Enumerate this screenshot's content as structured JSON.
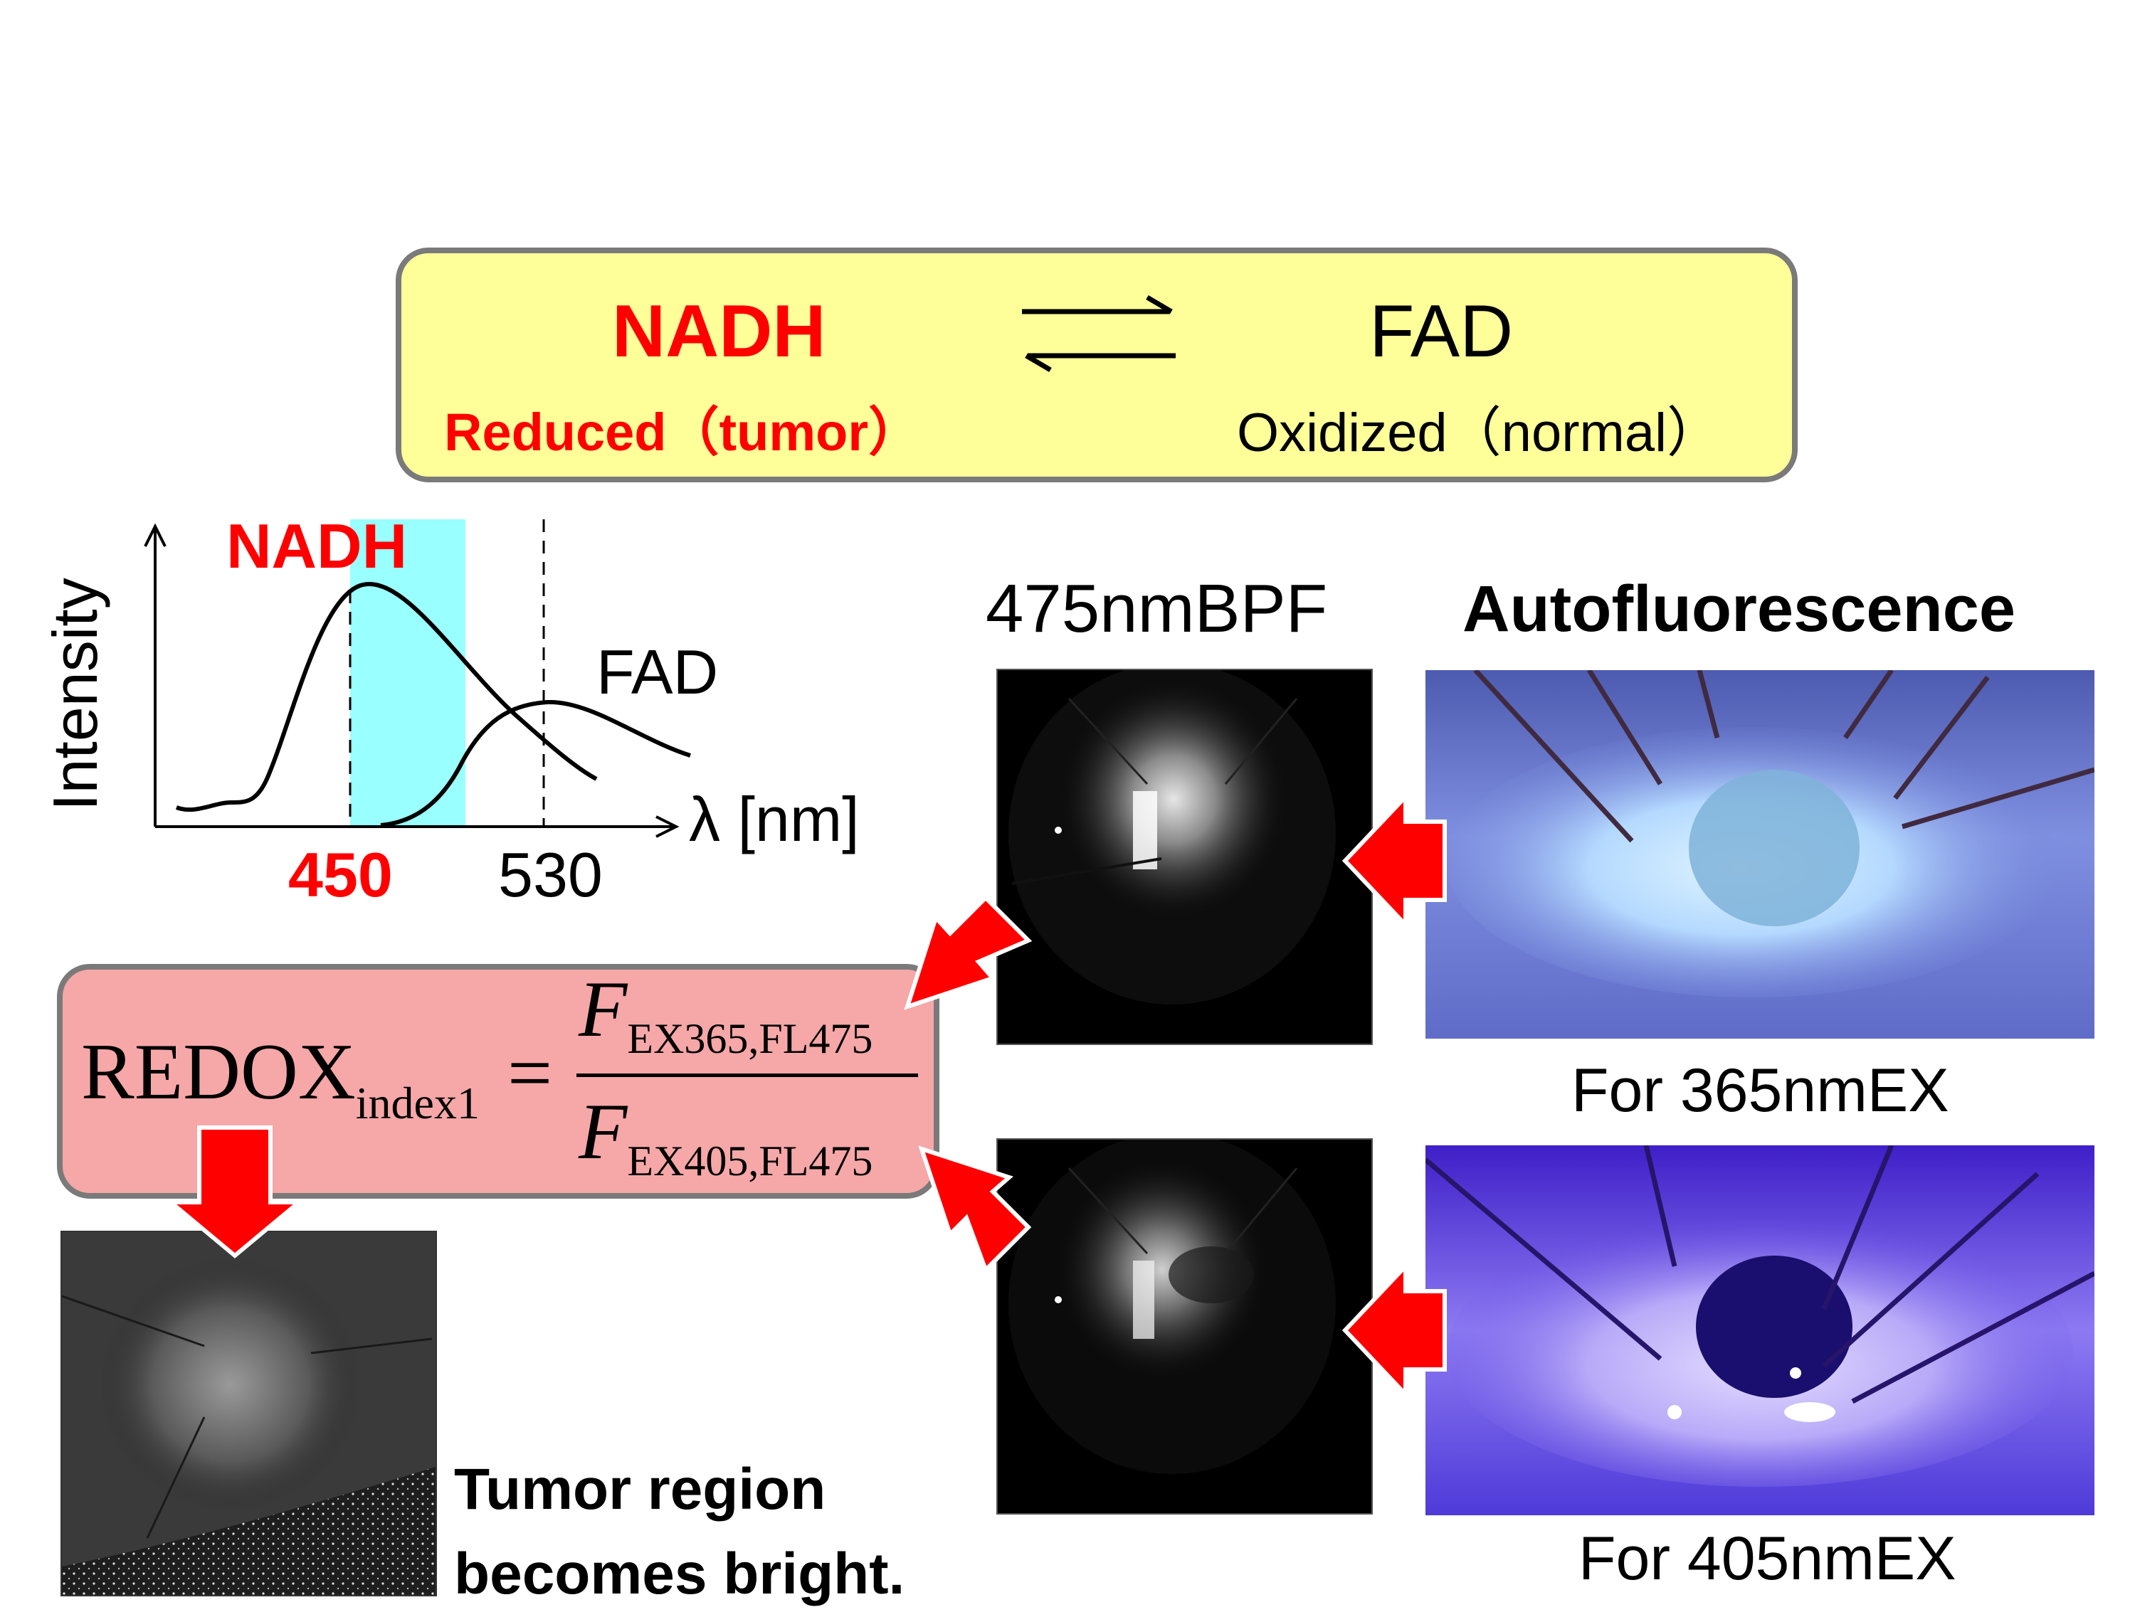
{
  "reaction": {
    "reduced_species": "NADH",
    "oxidized_species": "FAD",
    "reduced_label": "Reduced（tumor）",
    "oxidized_label": "Oxidized（normal）"
  },
  "spectrum": {
    "ylabel": "Intensity",
    "xlabel": "λ [nm]",
    "nadh_label": "NADH",
    "fad_label": "FAD",
    "tick_450": "450",
    "tick_530": "530"
  },
  "filter_label": "475nmBPF",
  "autofluorescence_title": "Autofluorescence",
  "excitation": {
    "ex365_caption": "For 365nmEX",
    "ex405_caption": "For 405nmEX"
  },
  "formula": {
    "lhs": "REDOX",
    "lhs_sub": "index1",
    "equals": "=",
    "num_var": "F",
    "num_sub": "EX365,FL475",
    "den_var": "F",
    "den_sub": "EX405,FL475"
  },
  "result": {
    "line1": "Tumor region",
    "line2": "becomes bright."
  },
  "colors": {
    "emphasis_red": "#ff0000",
    "reaction_box": "#ffff99",
    "formula_box": "#f6a7a7",
    "filter_band": "#99ffff"
  }
}
